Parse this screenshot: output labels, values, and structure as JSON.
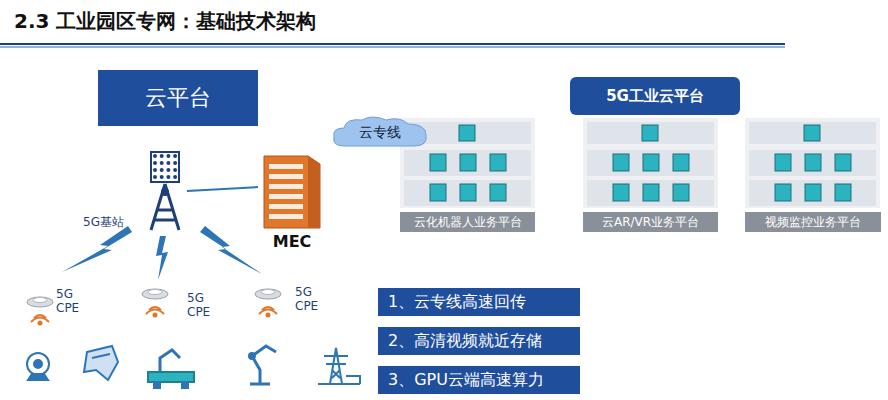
{
  "diagram": {
    "title": "2.3 工业园区专网：基础技术架构",
    "nodes": [
      {
        "text": [
          "云平台"
        ]
      },
      {
        "text": [
          "云专线"
        ]
      },
      {
        "text": [
          "5G工业云平台"
        ]
      },
      {
        "text": [
          "云化机器人业务平台"
        ]
      },
      {
        "text": [
          "云AR/VR业务平台"
        ]
      },
      {
        "text": [
          "视频监控业务平台"
        ]
      },
      {
        "text": [
          "5G基站"
        ]
      },
      {
        "text": [
          "MEC"
        ]
      },
      {
        "text": [
          "1、云专线高速回传"
        ]
      },
      {
        "text": [
          "2、高清视频就近存储"
        ]
      },
      {
        "text": [
          "3、GPU云端高速算力"
        ]
      }
    ],
    "edges": [
      {
        "from": 6,
        "to": 7,
        "arrow": "none"
      }
    ],
    "labels": [
      "5G CPE",
      "5G CPE",
      "5G CPE"
    ]
  }
}
